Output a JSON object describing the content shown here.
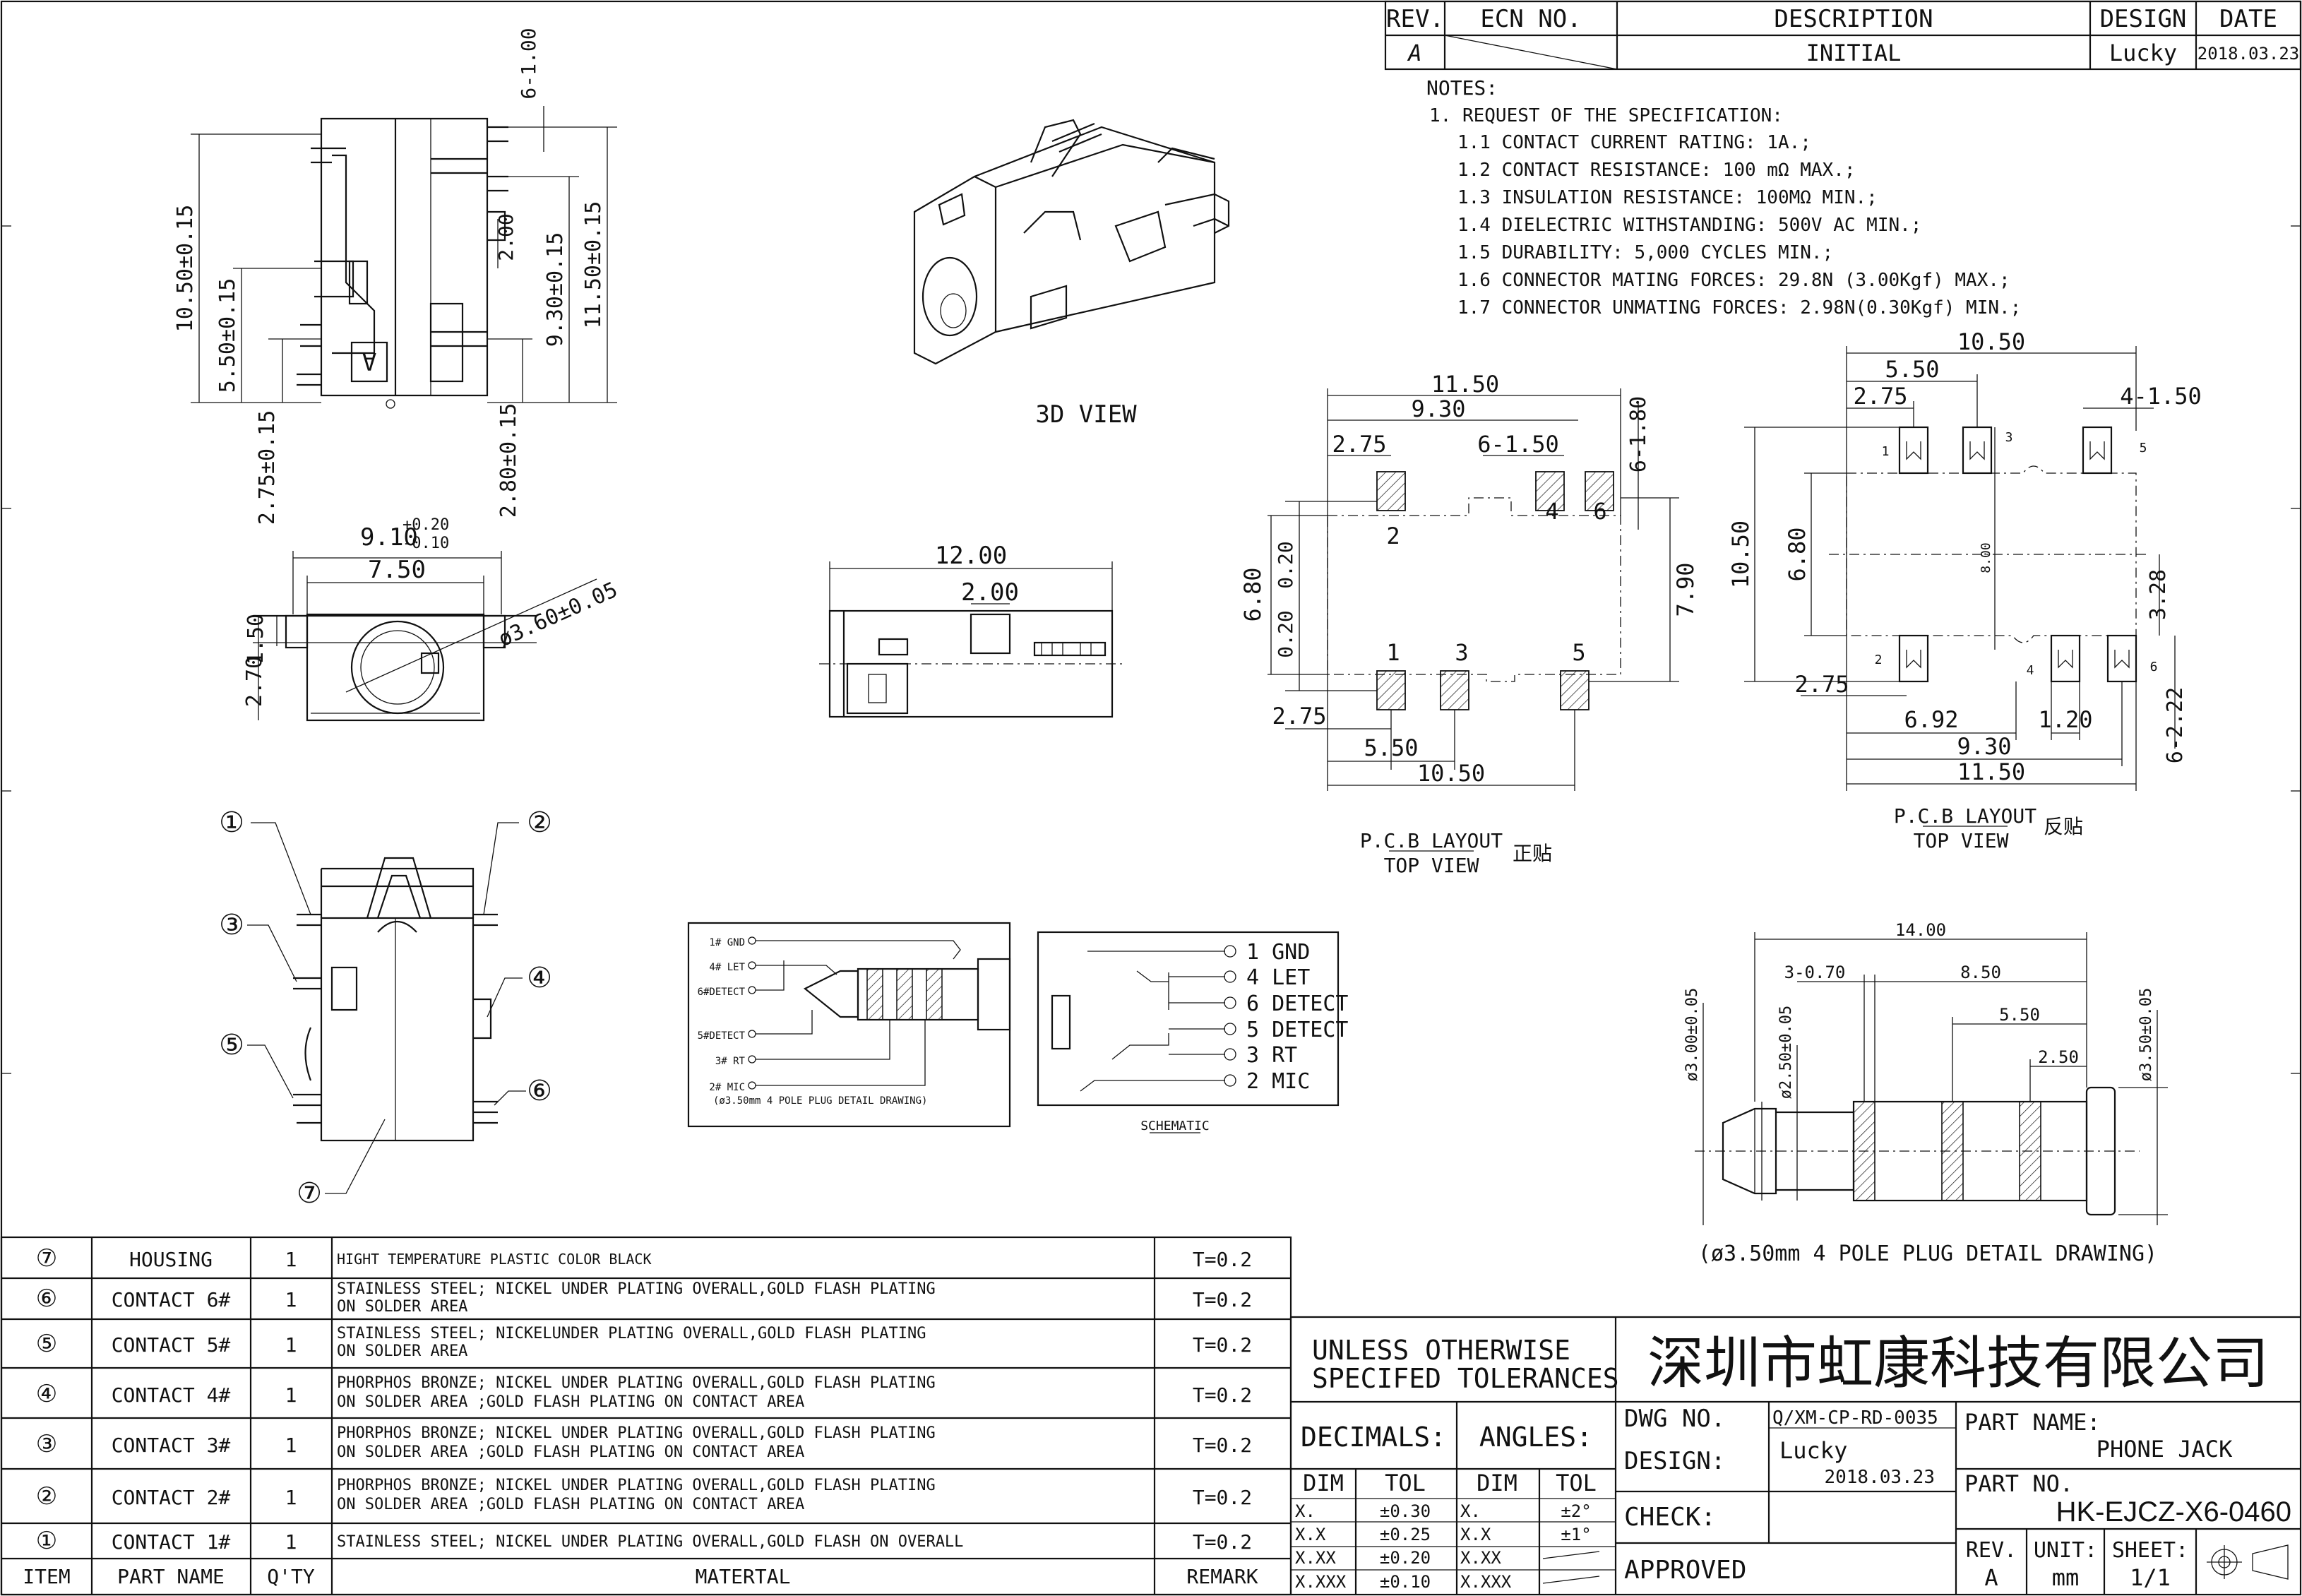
{
  "revision_block": {
    "headers": [
      "REV.",
      "ECN NO.",
      "DESCRIPTION",
      "DESIGN",
      "DATE"
    ],
    "row": {
      "rev": "A",
      "description": "INITIAL",
      "design": "Lucky",
      "date": "2018.03.23"
    }
  },
  "notes": {
    "title": "NOTES:",
    "items": [
      "1. REQUEST OF THE SPECIFICATION:",
      "1.1 CONTACT CURRENT RATING: 1A.;",
      "1.2 CONTACT RESISTANCE: 100 mΩ MAX.;",
      "1.3 INSULATION RESISTANCE: 100MΩ MIN.;",
      "1.4 DIELECTRIC WITHSTANDING: 500V AC MIN.;",
      "1.5 DURABILITY: 5,000 CYCLES MIN.;",
      "1.6 CONNECTOR MATING FORCES: 29.8N (3.00Kgf) MAX.;",
      "1.7 CONNECTOR UNMATING FORCES: 2.98N(0.30Kgf) MIN.;"
    ]
  },
  "labels": {
    "view_3d": "3D VIEW",
    "pcb_layout": "P.C.B LAYOUT",
    "top_view": "TOP VIEW",
    "pcb_left_cn": "正贴",
    "pcb_right_cn": "反贴",
    "schematic": "SCHEMATIC",
    "plug_caption": "(ø3.50mm 4 POLE PLUG DETAIL DRAWING)",
    "wiring_caption": "(ø3.50mm 4 POLE PLUG DETAIL DRAWING)",
    "housing_mark": "A"
  },
  "dims": {
    "side_h1": "10.50±0.15",
    "side_h2": "5.50±0.15",
    "side_h3": "2.75±0.15",
    "side_h4": "9.30±0.15",
    "side_h5": "11.50±0.15",
    "side_h6": "2.80±0.15",
    "side_top": "6-1.00",
    "side_mid": "2.00",
    "front_w1_base": "9.10",
    "front_w1_plus": "+0.20",
    "front_w1_minus": "-0.10",
    "front_w2": "7.50",
    "front_dia": "ø3.60±0.05",
    "front_h1": "1.50",
    "front_h2": "2.70",
    "btm_w1": "12.00",
    "btm_w2": "2.00",
    "pcbl_w1": "11.50",
    "pcbl_w2": "9.30",
    "pcbl_w3": "2.75",
    "pcbl_w4": "6-1.50",
    "pcbl_w5": "6-1.80",
    "pcbl_h1": "6.80",
    "pcbl_h2": "0.20",
    "pcbl_h3": "0.20",
    "pcbl_h4": "7.90",
    "pcbl_b1": "2.75",
    "pcbl_b2": "5.50",
    "pcbl_b3": "10.50",
    "pcbr_w1": "10.50",
    "pcbr_w2": "5.50",
    "pcbr_w3": "2.75",
    "pcbr_w4": "4-1.50",
    "pcbr_h1": "10.50",
    "pcbr_h2": "6.80",
    "pcbr_h3": "8.00",
    "pcbr_h4": "3.28",
    "pcbr_b1": "2.75",
    "pcbr_b2": "6.92",
    "pcbr_b3": "1.20",
    "pcbr_b4": "9.30",
    "pcbr_b5": "11.50",
    "pcbr_b6": "6-2.22",
    "plug_len": "14.00",
    "plug_a": "3-0.70",
    "plug_b": "8.50",
    "plug_c": "5.50",
    "plug_d": "2.50",
    "plug_d1": "ø3.00±0.05",
    "plug_d2": "ø2.50±0.05",
    "plug_d3": "ø3.50±0.05"
  },
  "pads_left": [
    "2",
    "4",
    "6",
    "1",
    "3",
    "5"
  ],
  "pads_right": [
    "1",
    "3",
    "5",
    "2",
    "4",
    "6"
  ],
  "callouts": [
    "①",
    "②",
    "③",
    "④",
    "⑤",
    "⑥",
    "⑦"
  ],
  "wiring": {
    "pins": [
      "1# GND",
      "4# LET",
      "6#DETECT",
      "5#DETECT",
      "3# RT",
      "2# MIC"
    ]
  },
  "schematic": {
    "pins": [
      "1 GND",
      "4 LET",
      "6 DETECT",
      "5 DETECT",
      "3 RT",
      "2 MIC"
    ]
  },
  "bom": {
    "headers": [
      "ITEM",
      "PART NAME",
      "Q'TY",
      "MATERTAL",
      "REMARK"
    ],
    "rows": [
      {
        "item": "⑦",
        "name": "HOUSING",
        "qty": "1",
        "mat1": "HIGHT TEMPERATURE PLASTIC   COLOR BLACK",
        "mat2": "",
        "remark": "T=0.2"
      },
      {
        "item": "⑥",
        "name": "CONTACT 6#",
        "qty": "1",
        "mat1": "STAINLESS STEEL; NICKEL UNDER PLATING OVERALL,GOLD FLASH PLATING",
        "mat2": "ON SOLDER AREA",
        "remark": "T=0.2"
      },
      {
        "item": "⑤",
        "name": "CONTACT 5#",
        "qty": "1",
        "mat1": "STAINLESS STEEL; NICKELUNDER PLATING OVERALL,GOLD FLASH PLATING",
        "mat2": "ON SOLDER AREA",
        "remark": "T=0.2"
      },
      {
        "item": "④",
        "name": "CONTACT 4#",
        "qty": "1",
        "mat1": "PHORPHOS BRONZE; NICKEL UNDER PLATING OVERALL,GOLD FLASH PLATING",
        "mat2": "ON SOLDER AREA ;GOLD FLASH PLATING ON CONTACT AREA",
        "remark": "T=0.2"
      },
      {
        "item": "③",
        "name": "CONTACT 3#",
        "qty": "1",
        "mat1": "PHORPHOS BRONZE; NICKEL UNDER PLATING OVERALL,GOLD FLASH PLATING",
        "mat2": "ON SOLDER AREA ;GOLD FLASH PLATING ON CONTACT AREA",
        "remark": "T=0.2"
      },
      {
        "item": "②",
        "name": "CONTACT 2#",
        "qty": "1",
        "mat1": "PHORPHOS BRONZE; NICKEL UNDER PLATING OVERALL,GOLD FLASH PLATING",
        "mat2": "ON SOLDER AREA ;GOLD FLASH PLATING ON CONTACT AREA",
        "remark": "T=0.2"
      },
      {
        "item": "①",
        "name": "CONTACT 1#",
        "qty": "1",
        "mat1": "STAINLESS STEEL; NICKEL UNDER PLATING OVERALL,GOLD FLASH ON OVERALL",
        "mat2": "",
        "remark": "T=0.2"
      }
    ]
  },
  "title_block": {
    "tolerance_line1": "UNLESS OTHERWISE",
    "tolerance_line2": "SPECIFED TOLERANCES",
    "company": "深圳市虹康科技有限公司",
    "decimals": "DECIMALS:",
    "angles": "ANGLES:",
    "dim": "DIM",
    "tol": "TOL",
    "dec_rows": [
      [
        "X.",
        "±0.30"
      ],
      [
        "X.X",
        "±0.25"
      ],
      [
        "X.XX",
        "±0.20"
      ],
      [
        "X.XXX",
        "±0.10"
      ]
    ],
    "ang_rows": [
      [
        "X.",
        "±2°"
      ],
      [
        "X.X",
        "±1°"
      ],
      [
        "X.XX",
        ""
      ],
      [
        "X.XXX",
        ""
      ]
    ],
    "dwg_no_label": "DWG NO.",
    "dwg_no": "Q/XM-CP-RD-0035",
    "design_label": "DESIGN:",
    "designer": "Lucky",
    "design_date": "2018.03.23",
    "check_label": "CHECK:",
    "approved_label": "APPROVED",
    "part_name_label": "PART NAME:",
    "part_name": "PHONE JACK",
    "part_no_label": "PART NO.",
    "part_no": "HK-EJCZ-X6-0460",
    "rev_label": "REV.",
    "rev": "A",
    "unit_label": "UNIT:",
    "unit": "mm",
    "sheet_label": "SHEET:",
    "sheet": "1/1"
  }
}
